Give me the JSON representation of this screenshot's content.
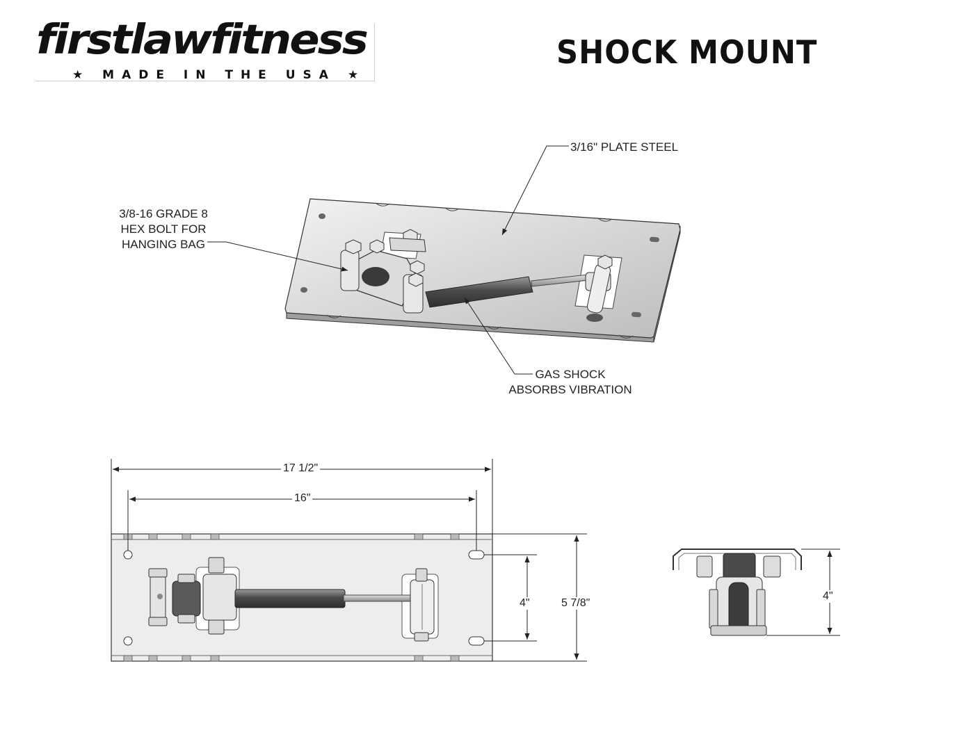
{
  "brand": {
    "name": "firstlawfitness",
    "tagline": "★ MADE IN THE USA ★"
  },
  "title": "SHOCK MOUNT",
  "callouts": {
    "plate": "3/16\" PLATE STEEL",
    "bolt_line1": "3/8-16 GRADE 8",
    "bolt_line2": "HEX BOLT FOR",
    "bolt_line3": "HANGING BAG",
    "shock_line1": "GAS SHOCK",
    "shock_line2": "ABSORBS VIBRATION"
  },
  "dimensions": {
    "overall_length": "17 1/2\"",
    "hole_spacing_length": "16\"",
    "hole_spacing_width": "4\"",
    "overall_width": "5 7/8\"",
    "side_height": "4\""
  },
  "colors": {
    "plate_fill": "#e6e6e6",
    "steel_dark": "#555555",
    "line": "#222222"
  }
}
